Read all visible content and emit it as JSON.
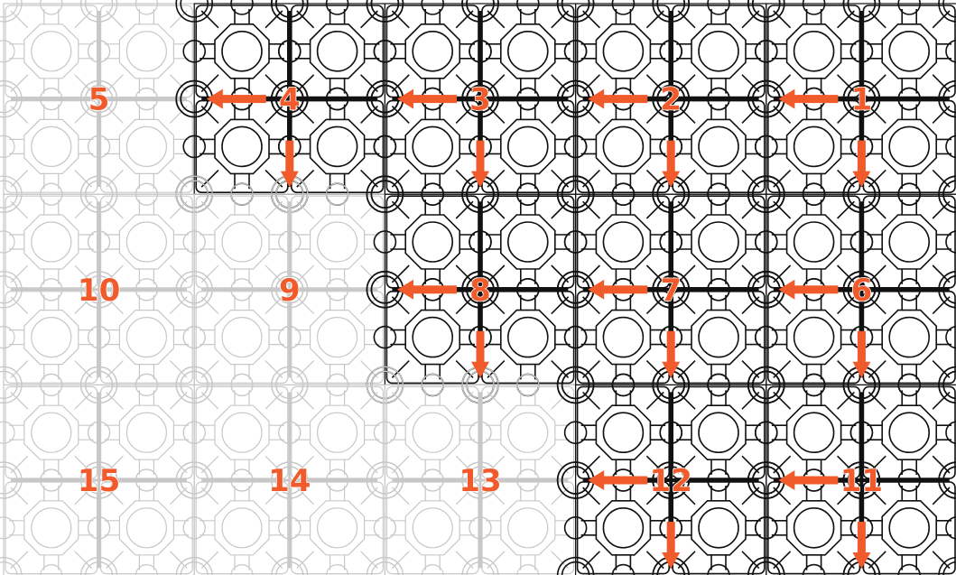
{
  "colors": {
    "placed_stroke": "#111111",
    "pending_stroke": "#c8c8c8",
    "arrow": "#f15a2b",
    "label": "#f15a2b",
    "background": "#ffffff"
  },
  "grid": {
    "columns": 5,
    "rows": 3
  },
  "tiles": [
    {
      "label": "5",
      "row": 0,
      "col": 0,
      "placed": false,
      "arrow_left": false,
      "arrow_down": false
    },
    {
      "label": "4",
      "row": 0,
      "col": 1,
      "placed": true,
      "arrow_left": true,
      "arrow_down": true
    },
    {
      "label": "3",
      "row": 0,
      "col": 2,
      "placed": true,
      "arrow_left": true,
      "arrow_down": true
    },
    {
      "label": "2",
      "row": 0,
      "col": 3,
      "placed": true,
      "arrow_left": true,
      "arrow_down": true
    },
    {
      "label": "1",
      "row": 0,
      "col": 4,
      "placed": true,
      "arrow_left": true,
      "arrow_down": true
    },
    {
      "label": "10",
      "row": 1,
      "col": 0,
      "placed": false,
      "arrow_left": false,
      "arrow_down": false
    },
    {
      "label": "9",
      "row": 1,
      "col": 1,
      "placed": false,
      "arrow_left": false,
      "arrow_down": false
    },
    {
      "label": "8",
      "row": 1,
      "col": 2,
      "placed": true,
      "arrow_left": true,
      "arrow_down": true
    },
    {
      "label": "7",
      "row": 1,
      "col": 3,
      "placed": true,
      "arrow_left": true,
      "arrow_down": true
    },
    {
      "label": "6",
      "row": 1,
      "col": 4,
      "placed": true,
      "arrow_left": true,
      "arrow_down": true
    },
    {
      "label": "15",
      "row": 2,
      "col": 0,
      "placed": false,
      "arrow_left": false,
      "arrow_down": false
    },
    {
      "label": "14",
      "row": 2,
      "col": 1,
      "placed": false,
      "arrow_left": false,
      "arrow_down": false
    },
    {
      "label": "13",
      "row": 2,
      "col": 2,
      "placed": false,
      "arrow_left": false,
      "arrow_down": false
    },
    {
      "label": "12",
      "row": 2,
      "col": 3,
      "placed": true,
      "arrow_left": true,
      "arrow_down": true
    },
    {
      "label": "11",
      "row": 2,
      "col": 4,
      "placed": true,
      "arrow_left": true,
      "arrow_down": true
    }
  ]
}
